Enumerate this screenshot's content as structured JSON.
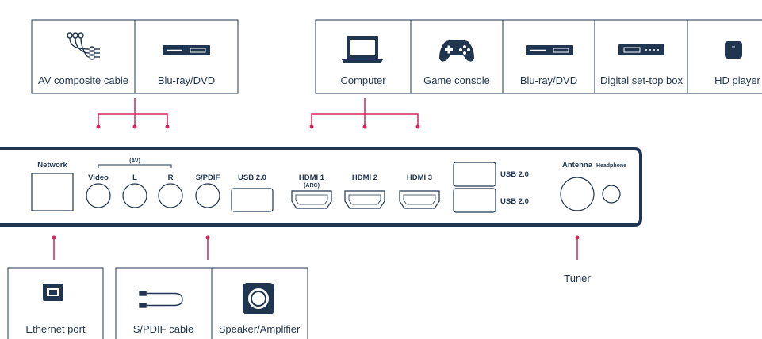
{
  "top_left_group": {
    "items": [
      {
        "label": "AV composite cable",
        "icon": "av-cable-icon"
      },
      {
        "label": "Blu-ray/DVD",
        "icon": "bluray-player-icon"
      }
    ]
  },
  "top_right_group": {
    "items": [
      {
        "label": "Computer",
        "icon": "laptop-icon"
      },
      {
        "label": "Game console",
        "icon": "gamepad-icon"
      },
      {
        "label": "Blu-ray/DVD",
        "icon": "bluray-player-icon"
      },
      {
        "label": "Digital set-top box",
        "icon": "set-top-box-icon"
      },
      {
        "label": "HD player",
        "icon": "hd-player-icon"
      }
    ]
  },
  "panel": {
    "network": "Network",
    "av_group": "(AV)",
    "video": "Video",
    "l": "L",
    "r": "R",
    "spdif": "S/PDIF",
    "usb1": "USB 2.0",
    "hdmi1": "HDMI 1",
    "arc": "(ARC)",
    "hdmi2": "HDMI 2",
    "hdmi3": "HDMI 3",
    "usb2": "USB 2.0",
    "usb3": "USB 2.0",
    "antenna": "Antenna",
    "headphone": "Headphone"
  },
  "bottom_left_group": {
    "items": [
      {
        "label": "Ethernet port",
        "icon": "ethernet-port-icon"
      }
    ]
  },
  "bottom_mid_group": {
    "items": [
      {
        "label": "S/PDIF cable",
        "icon": "spdif-cable-icon"
      },
      {
        "label": "Speaker/Amplifier",
        "icon": "speaker-icon"
      }
    ]
  },
  "tuner": {
    "label": "Tuner"
  },
  "colors": {
    "line": "#1f3550",
    "accent": "#d6245a",
    "box": "#1f3550"
  }
}
